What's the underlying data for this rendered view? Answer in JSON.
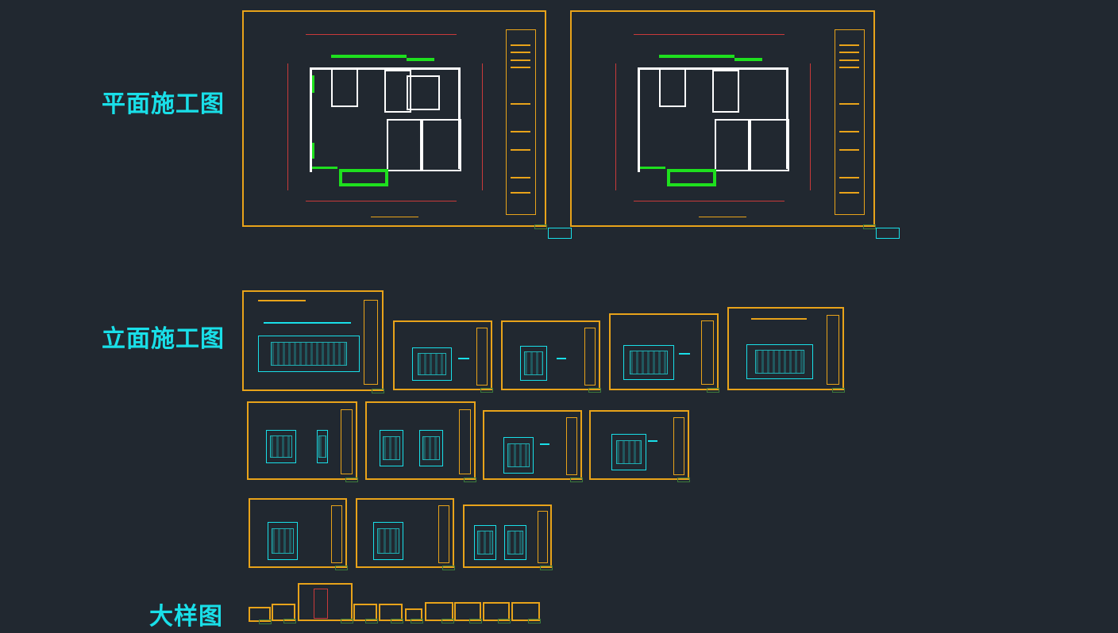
{
  "sections": {
    "floor_plans": "平面施工图",
    "elevations": "立面施工图",
    "details": "大样图"
  },
  "colors": {
    "background": "#212830",
    "label": "#19dfe8",
    "sheet_border": "#e8a31a",
    "wall": "#ffffff",
    "wall_highlight": "#1ee01e",
    "dimension": "#c93a3a"
  }
}
